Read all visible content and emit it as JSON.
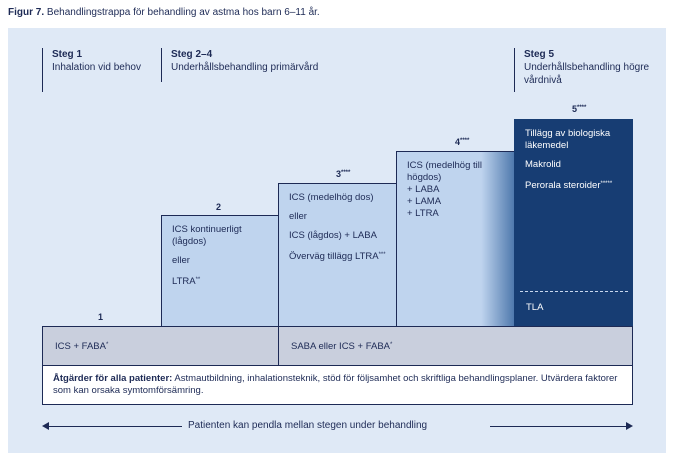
{
  "caption": {
    "label": "Figur 7.",
    "text": " Behandlingstrappa för behandling av astma hos barn 6–11 år."
  },
  "steg": [
    {
      "title": "Steg 1",
      "subtitle": "Inhalation vid behov"
    },
    {
      "title": "Steg 2–4",
      "subtitle": "Underhållsbehandling primärvård"
    },
    {
      "title": "Steg 5",
      "subtitle": "Underhållsbehandling högre vårdnivå"
    }
  ],
  "steps": [
    {
      "num": "1",
      "stars": ""
    },
    {
      "num": "2",
      "stars": ""
    },
    {
      "num": "3",
      "stars": "****"
    },
    {
      "num": "4",
      "stars": "****"
    },
    {
      "num": "5",
      "stars": "****"
    }
  ],
  "box2": {
    "line1": "ICS kontinuerligt (lågdos)",
    "line2": "eller",
    "line3": "LTRA",
    "line3_sup": "**"
  },
  "box3": {
    "line1": "ICS (medelhög dos)",
    "line2": "eller",
    "line3": "ICS (lågdos) + LABA",
    "line4": "Överväg tillägg LTRA",
    "line4_sup": "***"
  },
  "box4": {
    "line1": "ICS (medelhög till högdos)",
    "line2": "+ LABA",
    "line3": "+ LAMA",
    "line4": "+ LTRA"
  },
  "box5": {
    "line1": "Tillägg av biologiska läkemedel",
    "line2": "Makrolid",
    "line3": "Perorala steroider",
    "line3_sup": "*****",
    "tla": "TLA"
  },
  "row1": {
    "left": "ICS + FABA",
    "left_sup": "*",
    "right": "SABA eller ICS + FABA",
    "right_sup": "*"
  },
  "row2": {
    "bold": "Åtgärder för alla patienter:",
    "text": " Astmautbildning, inhalationsteknik, stöd för följsamhet och skriftliga behandlingsplaner. Utvärdera faktorer som kan orsaka symtomförsämring."
  },
  "arrow_text": "Patienten kan pendla mellan stegen under behandling",
  "colors": {
    "navy": "#1d2a55",
    "panel": "#dfe9f6",
    "light_step": "#bfd4ee",
    "dark_step": "#173d73",
    "row_gray": "#c9cfdd"
  }
}
